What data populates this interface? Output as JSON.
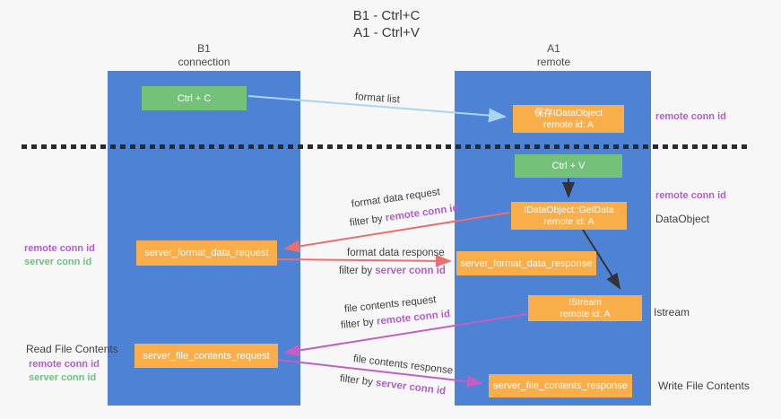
{
  "title": {
    "line1": "B1 - Ctrl+C",
    "line2": "A1 - Ctrl+V"
  },
  "lanes": {
    "b1": {
      "name": "B1",
      "subtitle": "connection"
    },
    "a1": {
      "name": "A1",
      "subtitle": "remote"
    }
  },
  "boxes": {
    "ctrl_c": "Ctrl + C",
    "ctrl_v": "Ctrl + V",
    "save_idataobject": {
      "line1": "保存IDataObject",
      "line2": "remote id: A"
    },
    "getdata": {
      "line1": "IDataObject::GetData",
      "line2": "remote id: A"
    },
    "istream": {
      "line1": "IStream",
      "line2": "remote id: A"
    },
    "server_format_data_request": "server_format_data_request",
    "server_format_data_response": "server_format_data_response",
    "server_file_contents_request": "server_file_contents_request",
    "server_file_contents_response": "server_file_contents_response"
  },
  "flow_labels": {
    "format_list": "format list",
    "format_data_request": "format data request",
    "format_data_response": "format data response",
    "file_contents_request": "file contents request",
    "file_contents_response": "file contents response",
    "filter_by": "filter by",
    "remote_conn_id": "remote conn id",
    "server_conn_id": "server conn id"
  },
  "side_labels": {
    "remote_conn_id": "remote conn id",
    "server_conn_id": "server conn id",
    "data_object": "DataObject",
    "istream": "Istream",
    "read_file_contents": "Read File Contents",
    "write_file_contents": "Write File Contents"
  },
  "colors": {
    "lane_blue": "#4d82d5",
    "box_orange": "#f9ae49",
    "box_green": "#74c17a",
    "arrow_light_blue": "#a9d5f0",
    "arrow_salmon": "#e8706e",
    "arrow_magenta": "#c35ec3",
    "arrow_black": "#333333",
    "text_purple": "#b05fc6",
    "text_green": "#6fbf7f",
    "dashed_line": "#2b2b2b",
    "background": "#f7f7f8"
  }
}
